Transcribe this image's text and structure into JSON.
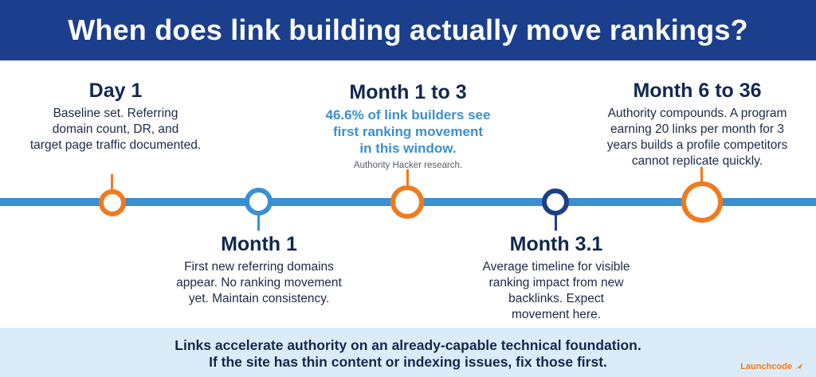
{
  "header": {
    "title": "When does link building actually move rankings?"
  },
  "milestones": {
    "day1": {
      "title": "Day 1",
      "lines": [
        "Baseline set. Referring",
        "domain count, DR, and",
        "target page traffic documented."
      ]
    },
    "month1": {
      "title": "Month 1",
      "lines": [
        "First new referring domains",
        "appear. No ranking movement",
        "yet. Maintain consistency."
      ]
    },
    "month1to3": {
      "title": "Month 1 to 3",
      "highlight_lines": [
        "46.6% of link builders see",
        "first ranking movement",
        "in this window."
      ],
      "source": "Authority Hacker research."
    },
    "month31": {
      "title": "Month 3.1",
      "lines": [
        "Average timeline for visible",
        "ranking impact from new",
        "backlinks. Expect",
        "movement here."
      ]
    },
    "month6to36": {
      "title": "Month 6 to 36",
      "lines": [
        "Authority compounds. A program",
        "earning 20 links per month for 3",
        "years builds a profile competitors",
        "cannot replicate quickly."
      ]
    }
  },
  "footer": {
    "line1": "Links accelerate authority on an already-capable technical foundation.",
    "line2": "If the site has thin content or indexing issues, fix those first."
  },
  "brand": {
    "name": "Launchcode"
  },
  "colors": {
    "navy": "#1b3f8c",
    "blue": "#3a8fd1",
    "orange": "#f07a1e",
    "footer_bg": "#dcebf8"
  }
}
